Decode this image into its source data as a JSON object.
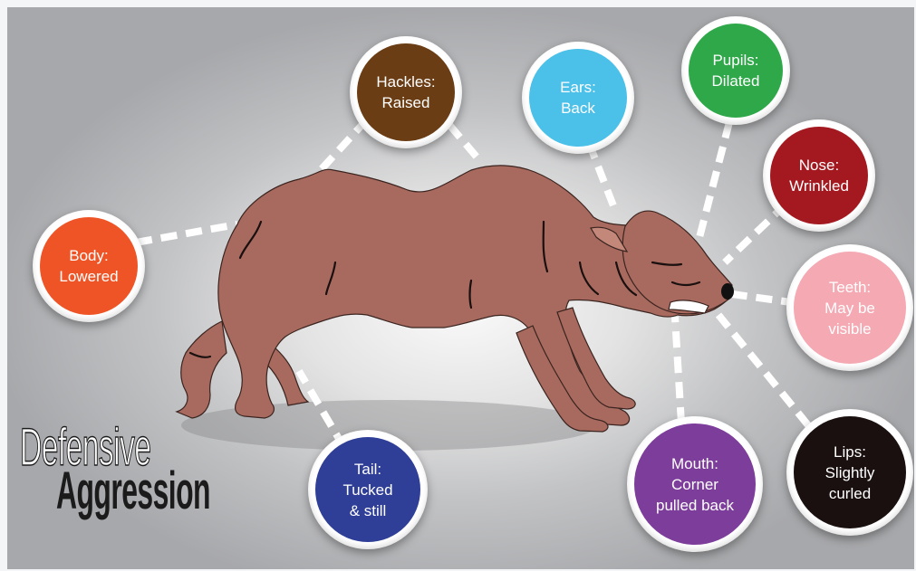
{
  "title": {
    "line1": "Defensive",
    "line2": "Aggression"
  },
  "signs": [
    {
      "id": "body",
      "text": "Body:\nLowered",
      "color": "#ef5426"
    },
    {
      "id": "hackles",
      "text": "Hackles:\nRaised",
      "color": "#6a3d14"
    },
    {
      "id": "ears",
      "text": "Ears:\nBack",
      "color": "#4bc0e8"
    },
    {
      "id": "pupils",
      "text": "Pupils:\nDilated",
      "color": "#2fa84a"
    },
    {
      "id": "nose",
      "text": "Nose:\nWrinkled",
      "color": "#a3191f"
    },
    {
      "id": "teeth",
      "text": "Teeth:\nMay be\nvisible",
      "color": "#f4a9b3"
    },
    {
      "id": "lips",
      "text": "Lips:\nSlightly\ncurled",
      "color": "#1a1010"
    },
    {
      "id": "mouth",
      "text": "Mouth:\nCorner\npulled back",
      "color": "#7d3d9a"
    },
    {
      "id": "tail",
      "text": "Tail:\nTucked\n& still",
      "color": "#2f3f97"
    }
  ],
  "colors": {
    "dog_fur": "#a86a5e",
    "dog_outline": "#3a2420",
    "connector": "#ffffff"
  }
}
